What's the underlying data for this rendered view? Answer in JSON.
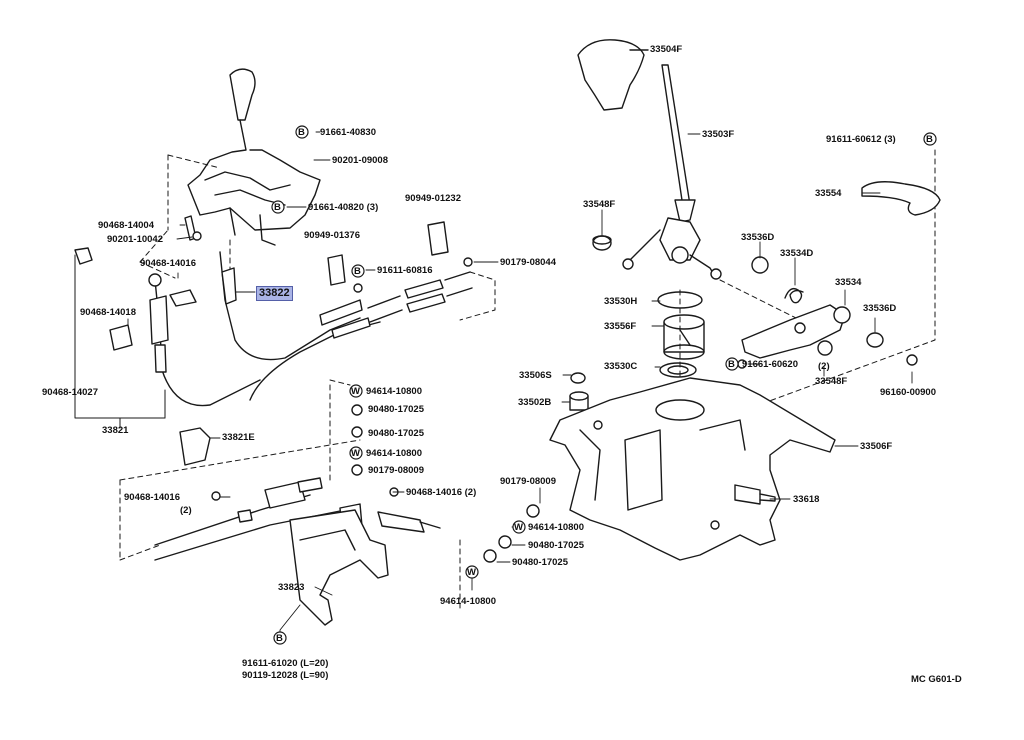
{
  "diagram_code": "MC G601-D",
  "highlighted_part": "33822",
  "symbols": {
    "bolt": "B",
    "washer": "W"
  },
  "parts": {
    "p33504F": "33504F",
    "p33503F": "33503F",
    "p91661_40830": "91661-40830",
    "p90201_09008": "90201-09008",
    "p91661_40820": "91661-40820 (3)",
    "p91611_60612": "91611-60612 (3)",
    "p33554": "33554",
    "p90949_01232": "90949-01232",
    "p33548F_a": "33548F",
    "p90468_14004": "90468-14004",
    "p90201_10042": "90201-10042",
    "p90949_01376": "90949-01376",
    "p90179_08044": "90179-08044",
    "p33536D_a": "33536D",
    "p33534D": "33534D",
    "p90468_14016_a": "90468-14016",
    "p91611_60816": "91611-60816",
    "p33822": "33822",
    "p33534": "33534",
    "p33530H": "33530H",
    "p33536D_b": "33536D",
    "p90468_14018": "90468-14018",
    "p33556F": "33556F",
    "p91661_60620": "91661-60620",
    "p33530C": "33530C",
    "p33548F_b_num": "(2)",
    "p33548F_b": "33548F",
    "p96160_00900": "96160-00900",
    "p90468_14027": "90468-14027",
    "p94614_10800_a": "94614-10800",
    "p33506S": "33506S",
    "p90480_17025_a": "90480-17025",
    "p33502B": "33502B",
    "p33821": "33821",
    "p90480_17025_b": "90480-17025",
    "p33821E": "33821E",
    "p94614_10800_b": "94614-10800",
    "p33506F": "33506F",
    "p90179_08009_a": "90179-08009",
    "p90468_14016_b": "90468-14016",
    "p90468_14016_b_num": "(2)",
    "p90468_14016_c": "90468-14016 (2)",
    "p90179_08009_b": "90179-08009",
    "p33618": "33618",
    "p94614_10800_c": "94614-10800",
    "p90480_17025_c": "90480-17025",
    "p90480_17025_d": "90480-17025",
    "p33823": "33823",
    "p94614_10800_d": "94614-10800",
    "p91611_61020": "91611-61020 (L=20)",
    "p90119_12028": "90119-12028 (L=90)"
  }
}
